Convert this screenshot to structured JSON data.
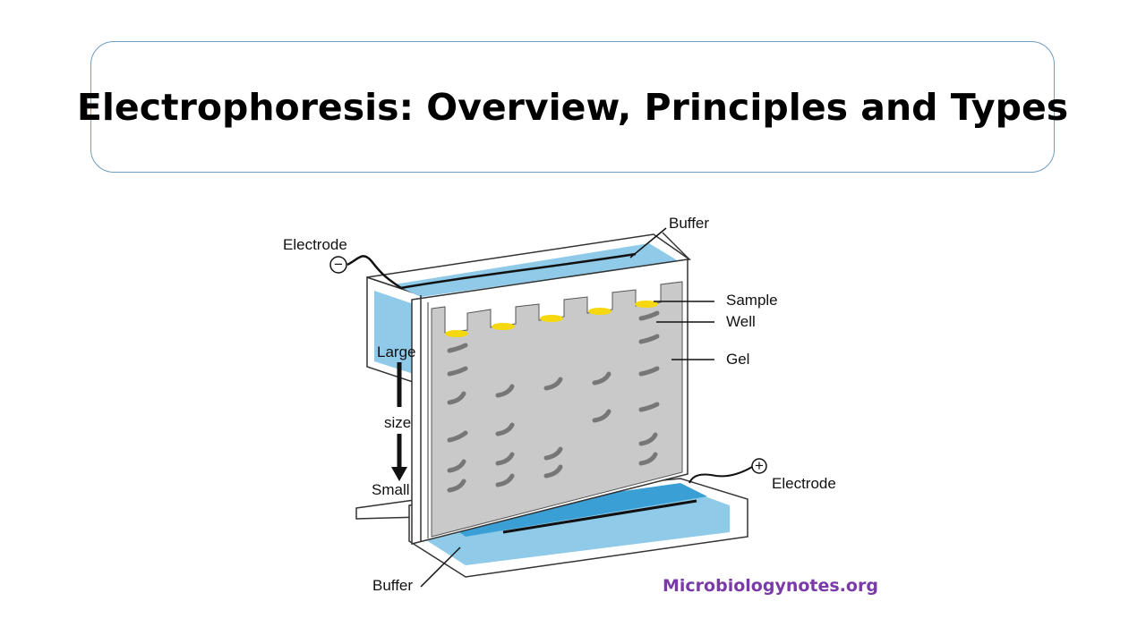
{
  "title": "Electrophoresis: Overview, Principles and Types",
  "labels": {
    "electrode_negative": "Electrode",
    "electrode_positive": "Electrode",
    "buffer_top": "Buffer",
    "buffer_bottom": "Buffer",
    "sample": "Sample",
    "well": "Well",
    "gel": "Gel",
    "large": "Large",
    "size": "size",
    "small": "Small"
  },
  "symbols": {
    "negative": "−",
    "positive": "+"
  },
  "credit": "Microbiologynotes.org",
  "colors": {
    "buffer": "#8fcbe8",
    "buffer_dark": "#3a9fd4",
    "gel": "#c9c9c9",
    "band": "#777777",
    "sample": "#f5d80f",
    "frame": "#ffffff",
    "outline": "#333333",
    "credit": "#7a3aa8"
  }
}
